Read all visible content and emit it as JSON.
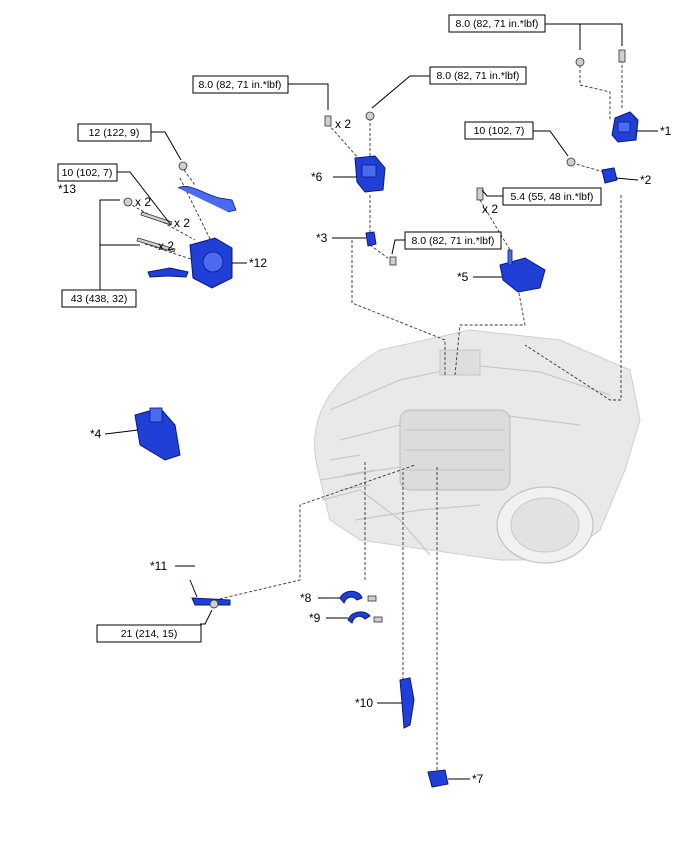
{
  "torque_labels": {
    "t_top_right": "8.0 (82, 71 in.*lbf)",
    "t_top_mid_left": "8.0 (82, 71 in.*lbf)",
    "t_top_mid_right": "8.0 (82, 71 in.*lbf)",
    "t_12_122": "12 (122, 9)",
    "t_10_left": "10 (102, 7)",
    "t_10_right": "10 (102, 7)",
    "t_5_4": "5.4 (55, 48 in.*lbf)",
    "t_8_mid": "8.0 (82, 71 in.*lbf)",
    "t_43": "43 (438, 32)",
    "t_21": "21 (214, 15)"
  },
  "callouts": {
    "c1": "*1",
    "c2": "*2",
    "c3": "*3",
    "c4": "*4",
    "c5": "*5",
    "c6": "*6",
    "c7": "*7",
    "c8": "*8",
    "c9": "*9",
    "c10": "*10",
    "c11": "*11",
    "c12": "*12",
    "c13": "*13"
  },
  "quantities": {
    "q_top_mid": "x 2",
    "q_5_4": "x 2",
    "q_13_a": "x 2",
    "q_13_b": "x 2",
    "q_10_left": "x 2"
  },
  "colors": {
    "part_blue": "#1f3fd6",
    "engine_gray": "#e9e9e9"
  }
}
